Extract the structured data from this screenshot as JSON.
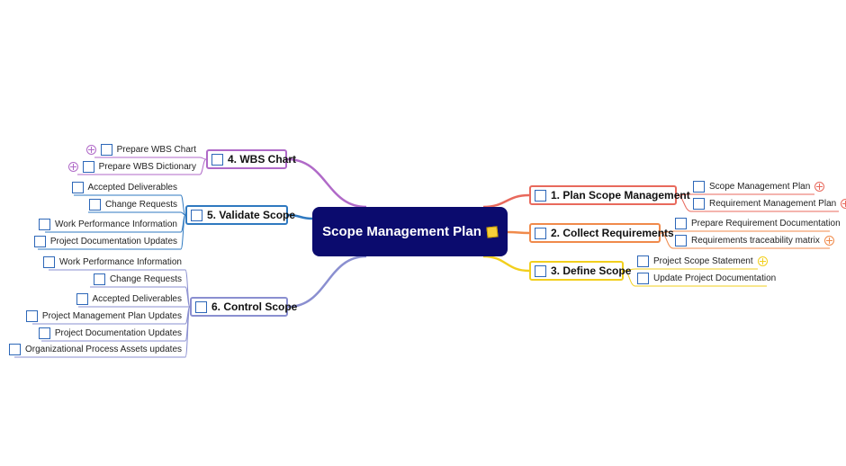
{
  "central": {
    "label": "Scope Management Plan",
    "icon": "note-icon",
    "color": "#0b0b6e"
  },
  "branches": [
    {
      "id": "b1",
      "label": "1. Plan Scope Management",
      "color": "#e8695c",
      "leaves": [
        {
          "label": "Scope Management Plan",
          "expand": true
        },
        {
          "label": "Requirement Management Plan",
          "expand": true
        }
      ]
    },
    {
      "id": "b2",
      "label": "2. Collect Requirements",
      "color": "#f08a4b",
      "leaves": [
        {
          "label": "Prepare Requirement Documentation",
          "expand": false
        },
        {
          "label": "Requirements traceability matrix",
          "expand": true
        }
      ]
    },
    {
      "id": "b3",
      "label": "3. Define Scope",
      "color": "#f2cf1d",
      "leaves": [
        {
          "label": "Project Scope Statement",
          "expand": true
        },
        {
          "label": "Update Project Documentation",
          "expand": false
        }
      ]
    },
    {
      "id": "b4",
      "label": "4. WBS Chart",
      "color": "#b06ac8",
      "leaves": [
        {
          "label": "Prepare WBS Chart",
          "expand": true
        },
        {
          "label": "Prepare WBS Dictionary",
          "expand": true
        }
      ]
    },
    {
      "id": "b5",
      "label": "5. Validate Scope",
      "color": "#2f79c0",
      "leaves": [
        {
          "label": "Accepted Deliverables",
          "expand": false
        },
        {
          "label": "Change Requests",
          "expand": false
        },
        {
          "label": "Work Performance Information",
          "expand": false
        },
        {
          "label": "Project Documentation Updates",
          "expand": false
        }
      ]
    },
    {
      "id": "b6",
      "label": "6. Control Scope",
      "color": "#8a8fd0",
      "leaves": [
        {
          "label": "Work Performance Information",
          "expand": false
        },
        {
          "label": "Change Requests",
          "expand": false
        },
        {
          "label": "Accepted Deliverables",
          "expand": false
        },
        {
          "label": "Project Management Plan Updates",
          "expand": false
        },
        {
          "label": "Project Documentation Updates",
          "expand": false
        },
        {
          "label": "Organizational Process Assets updates",
          "expand": false
        }
      ]
    }
  ]
}
